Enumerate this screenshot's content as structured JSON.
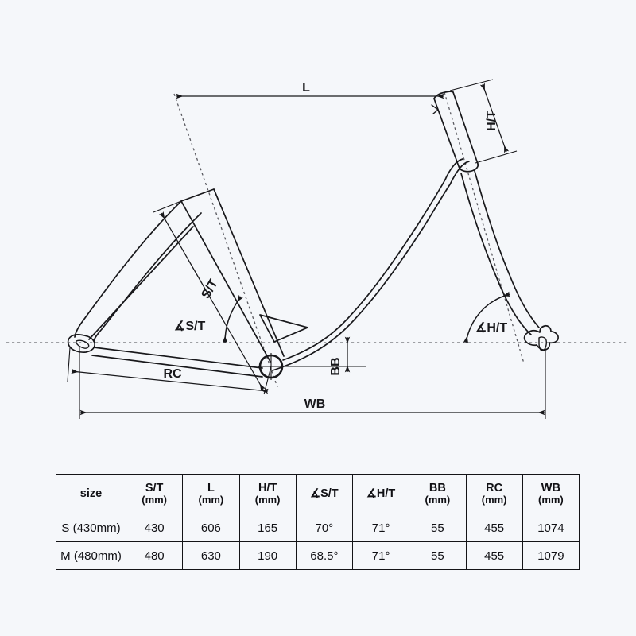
{
  "diagram": {
    "title": "Bicycle frame geometry diagram",
    "labels": {
      "length": "L",
      "head_tube": "H/T",
      "seat_tube": "S/T",
      "seat_tube_angle": "∡S/T",
      "head_tube_angle": "∡H/T",
      "bottom_bracket_drop": "BB",
      "rear_center": "RC",
      "wheelbase": "WB"
    },
    "colors": {
      "background": "#f5f7fa",
      "line": "#18181b",
      "centerline": "#5a5a60"
    }
  },
  "table": {
    "columns": [
      {
        "name": "size",
        "unit": ""
      },
      {
        "name": "S/T",
        "unit": "(mm)"
      },
      {
        "name": "L",
        "unit": "(mm)"
      },
      {
        "name": "H/T",
        "unit": "(mm)"
      },
      {
        "name": "∡S/T",
        "unit": ""
      },
      {
        "name": "∡H/T",
        "unit": ""
      },
      {
        "name": "BB",
        "unit": "(mm)"
      },
      {
        "name": "RC",
        "unit": "(mm)"
      },
      {
        "name": "WB",
        "unit": "(mm)"
      }
    ],
    "rows": [
      {
        "size": "S (430mm)",
        "st": "430",
        "l": "606",
        "ht": "165",
        "st_angle": "70°",
        "ht_angle": "71°",
        "bb": "55",
        "rc": "455",
        "wb": "1074"
      },
      {
        "size": "M (480mm)",
        "st": "480",
        "l": "630",
        "ht": "190",
        "st_angle": "68.5°",
        "ht_angle": "71°",
        "bb": "55",
        "rc": "455",
        "wb": "1079"
      }
    ]
  }
}
